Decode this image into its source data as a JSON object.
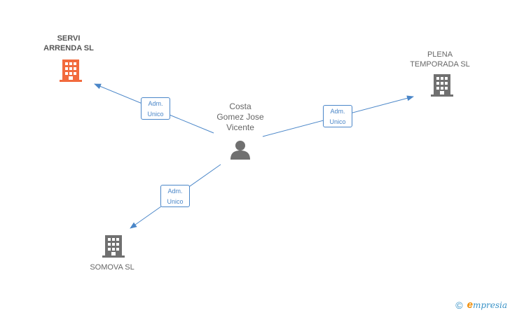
{
  "colors": {
    "edge": "#4a86c8",
    "company_highlight": "#f26a3d",
    "company": "#707070",
    "person": "#707070"
  },
  "nodes": {
    "servi": {
      "lines": [
        "SERVI",
        "ARRENDA SL"
      ],
      "icon": "building-icon",
      "highlight": true
    },
    "plena": {
      "lines": [
        "PLENA",
        "TEMPORADA SL"
      ],
      "icon": "building-icon",
      "highlight": false
    },
    "somova": {
      "lines": [
        "SOMOVA SL"
      ],
      "icon": "building-icon",
      "highlight": false
    },
    "person": {
      "lines": [
        "Costa",
        "Gomez Jose",
        "Vicente"
      ],
      "icon": "person-icon"
    }
  },
  "edges": [
    {
      "id": "edge-servi",
      "lines": [
        "Adm.",
        "Unico"
      ]
    },
    {
      "id": "edge-plena",
      "lines": [
        "Adm.",
        "Unico"
      ]
    },
    {
      "id": "edge-somova",
      "lines": [
        "Adm.",
        "Unico"
      ]
    }
  ],
  "brand": {
    "copyright": "©",
    "e": "e",
    "rest": "mpresia"
  }
}
